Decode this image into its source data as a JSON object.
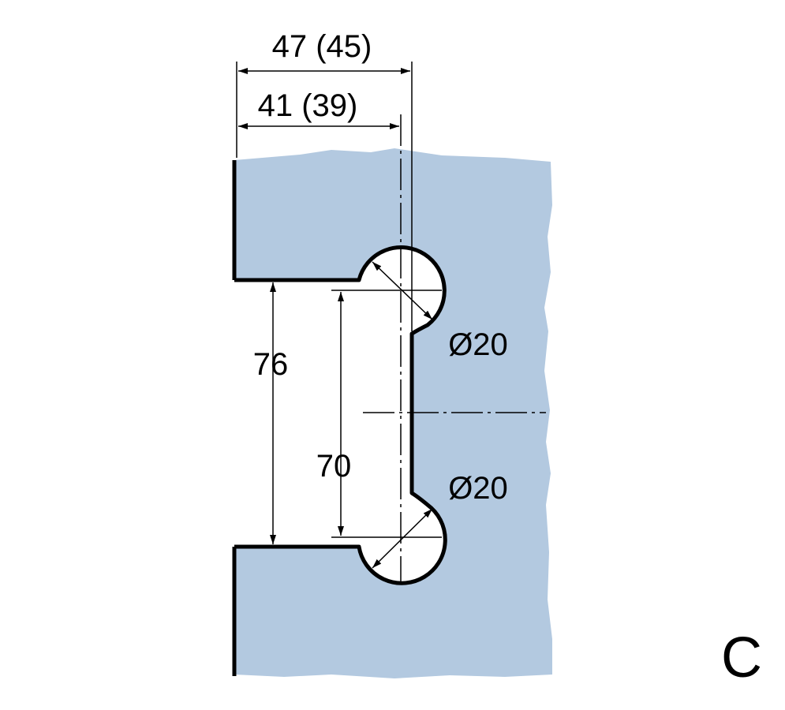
{
  "colors": {
    "glass": "#b3c9e0",
    "line": "#000000"
  },
  "dimensions": {
    "overall_width": "47 (45)",
    "inner_width": "41 (39)",
    "outer_height": "76",
    "inner_height": "70",
    "diameter_top": "Ø20",
    "diameter_bottom": "Ø20"
  },
  "label": "C"
}
